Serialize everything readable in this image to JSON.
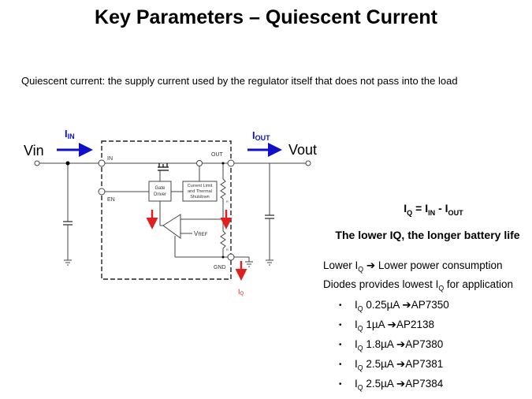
{
  "title": "Key Parameters – Quiescent Current",
  "subtitle": "Quiescent current: the supply current used by the regulator itself that does not pass into the load",
  "diagram": {
    "vin": "Vin",
    "vout": "Vout",
    "iin": {
      "main": "I",
      "sub": "IN"
    },
    "iout": {
      "main": "I",
      "sub": "OUT"
    },
    "iq": {
      "main": "I",
      "sub": "Q"
    },
    "pins": {
      "in": "IN",
      "en": "EN",
      "out": "OUT",
      "gnd": "GND"
    },
    "gate_driver": [
      "Gate",
      "Driver"
    ],
    "current_limit": [
      "Current Limit",
      "and Thermal",
      "Shutdown"
    ],
    "vref": {
      "main": "V",
      "sub": "REF"
    },
    "resistor_label": "R",
    "colors": {
      "current_arrow": "#1010c8",
      "iq_arrow": "#e02020",
      "wire": "#444444"
    }
  },
  "formula": {
    "iq": "I",
    "iq_sub": "Q",
    "eq": " = ",
    "iin": "I",
    "iin_sub": "IN",
    "minus": " - ",
    "iout": "I",
    "iout_sub": "OUT"
  },
  "tagline": "The lower IQ, the longer battery life",
  "points": [
    {
      "pre": "Lower I",
      "sub": "Q",
      "post": " ➔ Lower power consumption"
    },
    {
      "pre": "Diodes provides lowest I",
      "sub": "Q",
      "post": " for application"
    }
  ],
  "bullet_char": "•",
  "bullets": [
    {
      "pre": "I",
      "sub": "Q",
      "value": " 0.25µA ",
      "arrow": "➔",
      "part": "AP7350"
    },
    {
      "pre": "I",
      "sub": "Q",
      "value": " 1µA ",
      "arrow": "➔",
      "part": "AP2138"
    },
    {
      "pre": "I",
      "sub": "Q",
      "value": " 1.8µA ",
      "arrow": "➔",
      "part": "AP7380"
    },
    {
      "pre": "I",
      "sub": "Q",
      "value": " 2.5µA ",
      "arrow": "➔",
      "part": "AP7381"
    },
    {
      "pre": "I",
      "sub": "Q",
      "value": " 2.5µA ",
      "arrow": "➔",
      "part": "AP7384"
    }
  ]
}
